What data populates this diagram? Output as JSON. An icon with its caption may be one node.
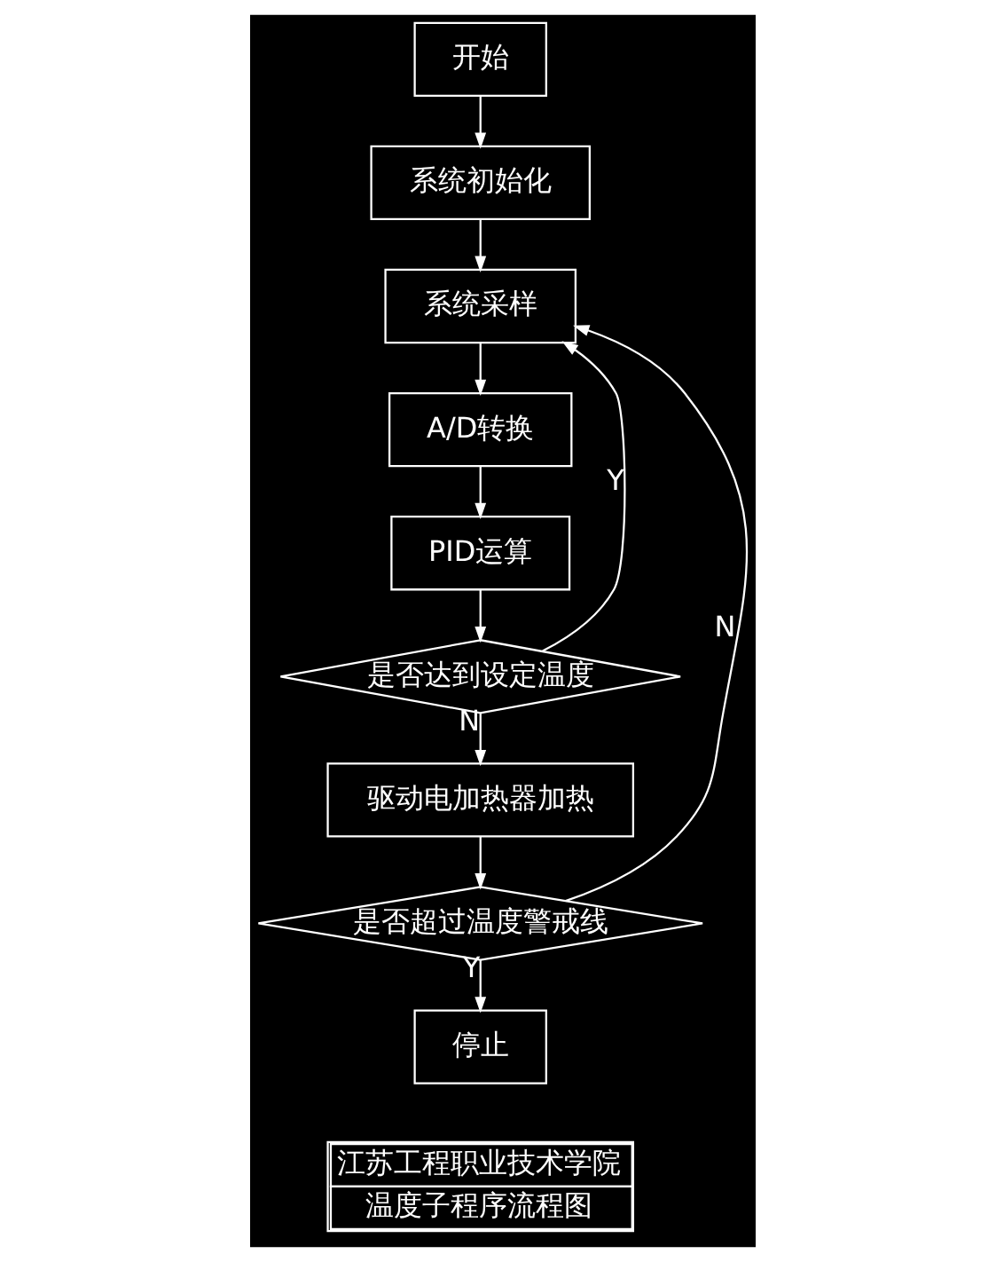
{
  "diagram": {
    "nodes": [
      {
        "text": [
          "开始"
        ]
      },
      {
        "text": [
          "系统初始化"
        ]
      },
      {
        "text": [
          "系统采样"
        ]
      },
      {
        "text": [
          "A/D转换"
        ]
      },
      {
        "text": [
          "PID运算"
        ]
      },
      {
        "text": [
          "是否达到设定温度"
        ]
      },
      {
        "text": [
          "驱动电加热器加热"
        ]
      },
      {
        "text": [
          "是否超过温度警戒线"
        ]
      },
      {
        "text": [
          "停止"
        ]
      }
    ],
    "edges": [
      {
        "from": 0,
        "to": 1,
        "arrow": "to"
      },
      {
        "from": 1,
        "to": 2,
        "arrow": "to"
      },
      {
        "from": 2,
        "to": 3,
        "arrow": "to"
      },
      {
        "from": 3,
        "to": 4,
        "arrow": "to"
      },
      {
        "from": 4,
        "to": 5,
        "arrow": "to"
      },
      {
        "from": 5,
        "to": 2,
        "arrow": "to",
        "label": "Y"
      },
      {
        "from": 5,
        "to": 6,
        "arrow": "to",
        "label": "N"
      },
      {
        "from": 6,
        "to": 7,
        "arrow": "to"
      },
      {
        "from": 7,
        "to": 2,
        "arrow": "to",
        "label": "N"
      },
      {
        "from": 7,
        "to": 8,
        "arrow": "to",
        "label": "Y"
      }
    ],
    "labels": [
      "江苏工程职业技术学院",
      "温度子程序流程图"
    ]
  }
}
